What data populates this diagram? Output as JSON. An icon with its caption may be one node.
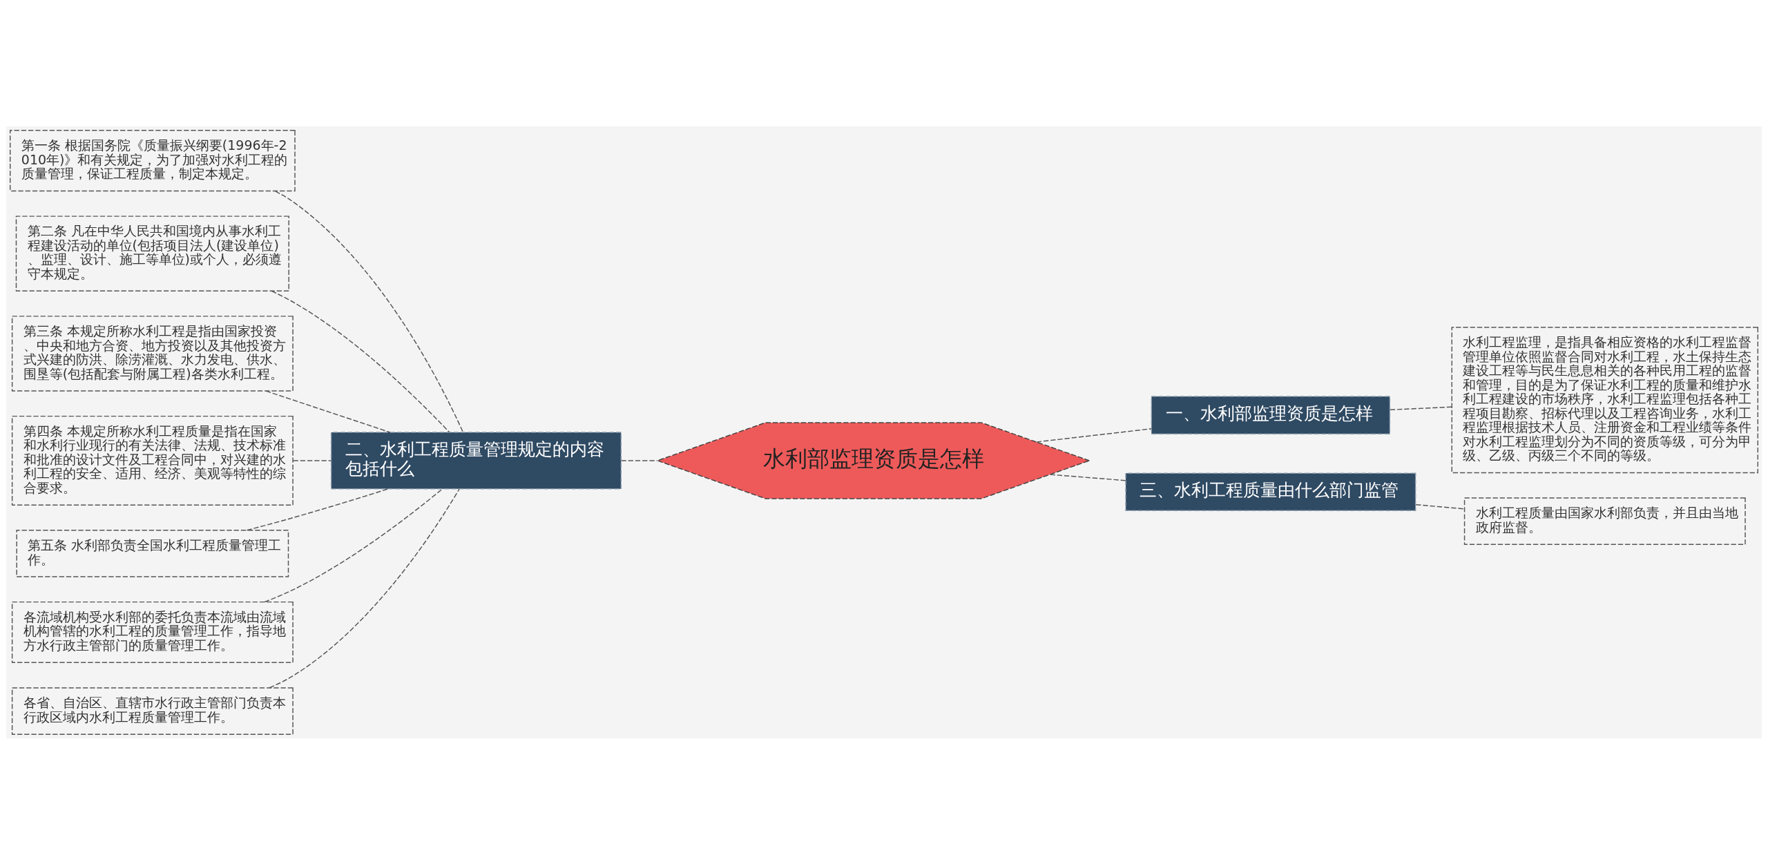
{
  "diagram": {
    "nodes": [
      {
        "text": [
          "水利部监理资质是怎样"
        ]
      },
      {
        "text": [
          "二、水利工程质量管理规定的内容包括什么"
        ]
      },
      {
        "text": [
          "第一条 根据国务院《质量振兴纲要(1996年-2010年)》和有关规定，为了加强对水利工程的质量管理，保证工程质量，制定本规定。"
        ]
      },
      {
        "text": [
          "第二条 凡在中华人民共和国境内从事水利工程建设活动的单位(包括项目法人(建设单位)、监理、设计、施工等单位)或个人，必须遵守本规定。"
        ]
      },
      {
        "text": [
          "第三条 本规定所称水利工程是指由国家投资、中央和地方合资、地方投资以及其他投资方式兴建的防洪、除涝灌溉、水力发电、供水、围垦等(包括配套与附属工程)各类水利工程。"
        ]
      },
      {
        "text": [
          "第四条 本规定所称水利工程质量是指在国家和水利行业现行的有关法律、法规、技术标准和批准的设计文件及工程合同中，对兴建的水利工程的安全、适用、经济、美观等特性的综合要求。"
        ]
      },
      {
        "text": [
          "第五条 水利部负责全国水利工程质量管理工作。"
        ]
      },
      {
        "text": [
          "各流域机构受水利部的委托负责本流域由流域机构管辖的水利工程的质量管理工作，指导地方水行政主管部门的质量管理工作。"
        ]
      },
      {
        "text": [
          "各省、自治区、直辖市水行政主管部门负责本行政区域内水利工程质量管理工作。"
        ]
      },
      {
        "text": [
          "一、水利部监理资质是怎样"
        ]
      },
      {
        "text": [
          "水利工程监理，是指具备相应资格的水利工程监督管理单位依照监督合同对水利工程，水土保持生态建设工程等与民生息息相关的各种民用工程的监督和管理，目的是为了保证水利工程的质量和维护水利工程建设的市场秩序，水利工程监理包括各种工程项目勘察、招标代理以及工程咨询业务，水利工程监理根据技术人员、注册资金和工程业绩等条件对水利工程监理划分为不同的资质等级，可分为甲级、乙级、丙级三个不同的等级。"
        ]
      },
      {
        "text": [
          "三、水利工程质量由什么部门监管"
        ]
      },
      {
        "text": [
          "水利工程质量由国家水利部负责，并且由当地政府监督。"
        ]
      }
    ],
    "edges": [
      {
        "from": 0,
        "to": 1,
        "arrow": "none",
        "style": "dashed"
      },
      {
        "from": 1,
        "to": 2,
        "arrow": "none",
        "style": "dashed"
      },
      {
        "from": 1,
        "to": 3,
        "arrow": "none",
        "style": "dashed"
      },
      {
        "from": 1,
        "to": 4,
        "arrow": "none",
        "style": "dashed"
      },
      {
        "from": 1,
        "to": 5,
        "arrow": "none",
        "style": "dashed"
      },
      {
        "from": 1,
        "to": 6,
        "arrow": "none",
        "style": "dashed"
      },
      {
        "from": 1,
        "to": 7,
        "arrow": "none",
        "style": "dashed"
      },
      {
        "from": 1,
        "to": 8,
        "arrow": "none",
        "style": "dashed"
      },
      {
        "from": 0,
        "to": 9,
        "arrow": "none",
        "style": "dashed"
      },
      {
        "from": 9,
        "to": 10,
        "arrow": "none",
        "style": "dashed"
      },
      {
        "from": 0,
        "to": 11,
        "arrow": "none",
        "style": "dashed"
      },
      {
        "from": 11,
        "to": 12,
        "arrow": "none",
        "style": "dashed"
      }
    ]
  }
}
